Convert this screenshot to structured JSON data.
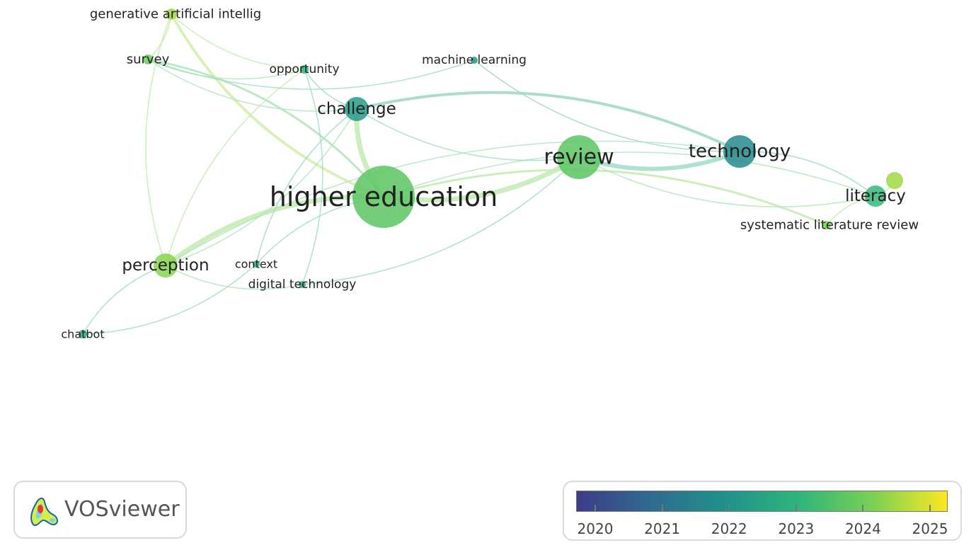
{
  "app": {
    "name": "VOSviewer"
  },
  "network": {
    "nodes": [
      {
        "id": "higher_education",
        "label": "higher education",
        "year": 2023.6
      },
      {
        "id": "review",
        "label": "review",
        "year": 2023.6
      },
      {
        "id": "technology",
        "label": "technology",
        "year": 2021.8
      },
      {
        "id": "challenge",
        "label": "challenge",
        "year": 2022.3
      },
      {
        "id": "perception",
        "label": "perception",
        "year": 2024.1
      },
      {
        "id": "literacy",
        "label": "literacy",
        "year": 2023.1
      },
      {
        "id": "survey",
        "label": "survey",
        "year": 2023.8
      },
      {
        "id": "generative_ai",
        "label": "generative artificial intellig",
        "year": 2024.3
      },
      {
        "id": "opportunity",
        "label": "opportunity",
        "year": 2023.0
      },
      {
        "id": "machine_learning",
        "label": "machine learning",
        "year": 2022.3
      },
      {
        "id": "context",
        "label": "context",
        "year": 2022.7
      },
      {
        "id": "digital_technology",
        "label": "digital technology",
        "year": 2022.7
      },
      {
        "id": "chatbot",
        "label": "chatbot",
        "year": 2022.7
      },
      {
        "id": "systematic_literature_review",
        "label": "systematic literature review",
        "year": 2024.0
      },
      {
        "id": "unlabeled",
        "label": "",
        "year": 2024.3
      }
    ],
    "links": [
      {
        "source": "higher_education",
        "target": "review",
        "year": 2024.0
      },
      {
        "source": "higher_education",
        "target": "challenge",
        "year": 2024.0
      },
      {
        "source": "higher_education",
        "target": "perception",
        "year": 2024.0
      },
      {
        "source": "higher_education",
        "target": "generative_ai",
        "year": 2024.3
      },
      {
        "source": "higher_education",
        "target": "survey",
        "year": 2023.5
      },
      {
        "source": "higher_education",
        "target": "systematic_literature_review",
        "year": 2024.0
      },
      {
        "source": "higher_education",
        "target": "context",
        "year": 2023.0
      },
      {
        "source": "higher_education",
        "target": "literacy",
        "year": 2023.5
      },
      {
        "source": "review",
        "target": "technology",
        "year": 2023.0
      },
      {
        "source": "challenge",
        "target": "technology",
        "year": 2022.5
      },
      {
        "source": "challenge",
        "target": "review",
        "year": 2023.0
      },
      {
        "source": "challenge",
        "target": "survey",
        "year": 2023.5
      },
      {
        "source": "challenge",
        "target": "context",
        "year": 2022.7
      },
      {
        "source": "challenge",
        "target": "perception",
        "year": 2023.5
      },
      {
        "source": "opportunity",
        "target": "challenge",
        "year": 2022.7
      },
      {
        "source": "opportunity",
        "target": "survey",
        "year": 2023.5
      },
      {
        "source": "opportunity",
        "target": "perception",
        "year": 2024.0
      },
      {
        "source": "opportunity",
        "target": "digital_technology",
        "year": 2023.0
      },
      {
        "source": "generative_ai",
        "target": "opportunity",
        "year": 2024.0
      },
      {
        "source": "generative_ai",
        "target": "survey",
        "year": 2024.0
      },
      {
        "source": "generative_ai",
        "target": "perception",
        "year": 2024.0
      },
      {
        "source": "machine_learning",
        "target": "survey",
        "year": 2023.0
      },
      {
        "source": "machine_learning",
        "target": "technology",
        "year": 2022.5
      },
      {
        "source": "technology",
        "target": "literacy",
        "year": 2022.7
      },
      {
        "source": "review",
        "target": "literacy",
        "year": 2023.5
      },
      {
        "source": "review",
        "target": "digital_technology",
        "year": 2023.0
      },
      {
        "source": "perception",
        "target": "chatbot",
        "year": 2023.0
      },
      {
        "source": "context",
        "target": "chatbot",
        "year": 2023.0
      },
      {
        "source": "perception",
        "target": "digital_technology",
        "year": 2023.5
      },
      {
        "source": "perception",
        "target": "technology",
        "year": 2023.5
      },
      {
        "source": "literacy",
        "target": "unlabeled",
        "year": 2024.0
      },
      {
        "source": "systematic_literature_review",
        "target": "literacy",
        "year": 2024.0
      }
    ]
  },
  "legend": {
    "ticks": [
      "2020",
      "2021",
      "2022",
      "2023",
      "2024",
      "2025"
    ],
    "min": 2020,
    "max": 2025,
    "colormap": [
      "#3e3c8a",
      "#2f6b8e",
      "#21918c",
      "#2fb47c",
      "#7ad151",
      "#fde725"
    ]
  }
}
